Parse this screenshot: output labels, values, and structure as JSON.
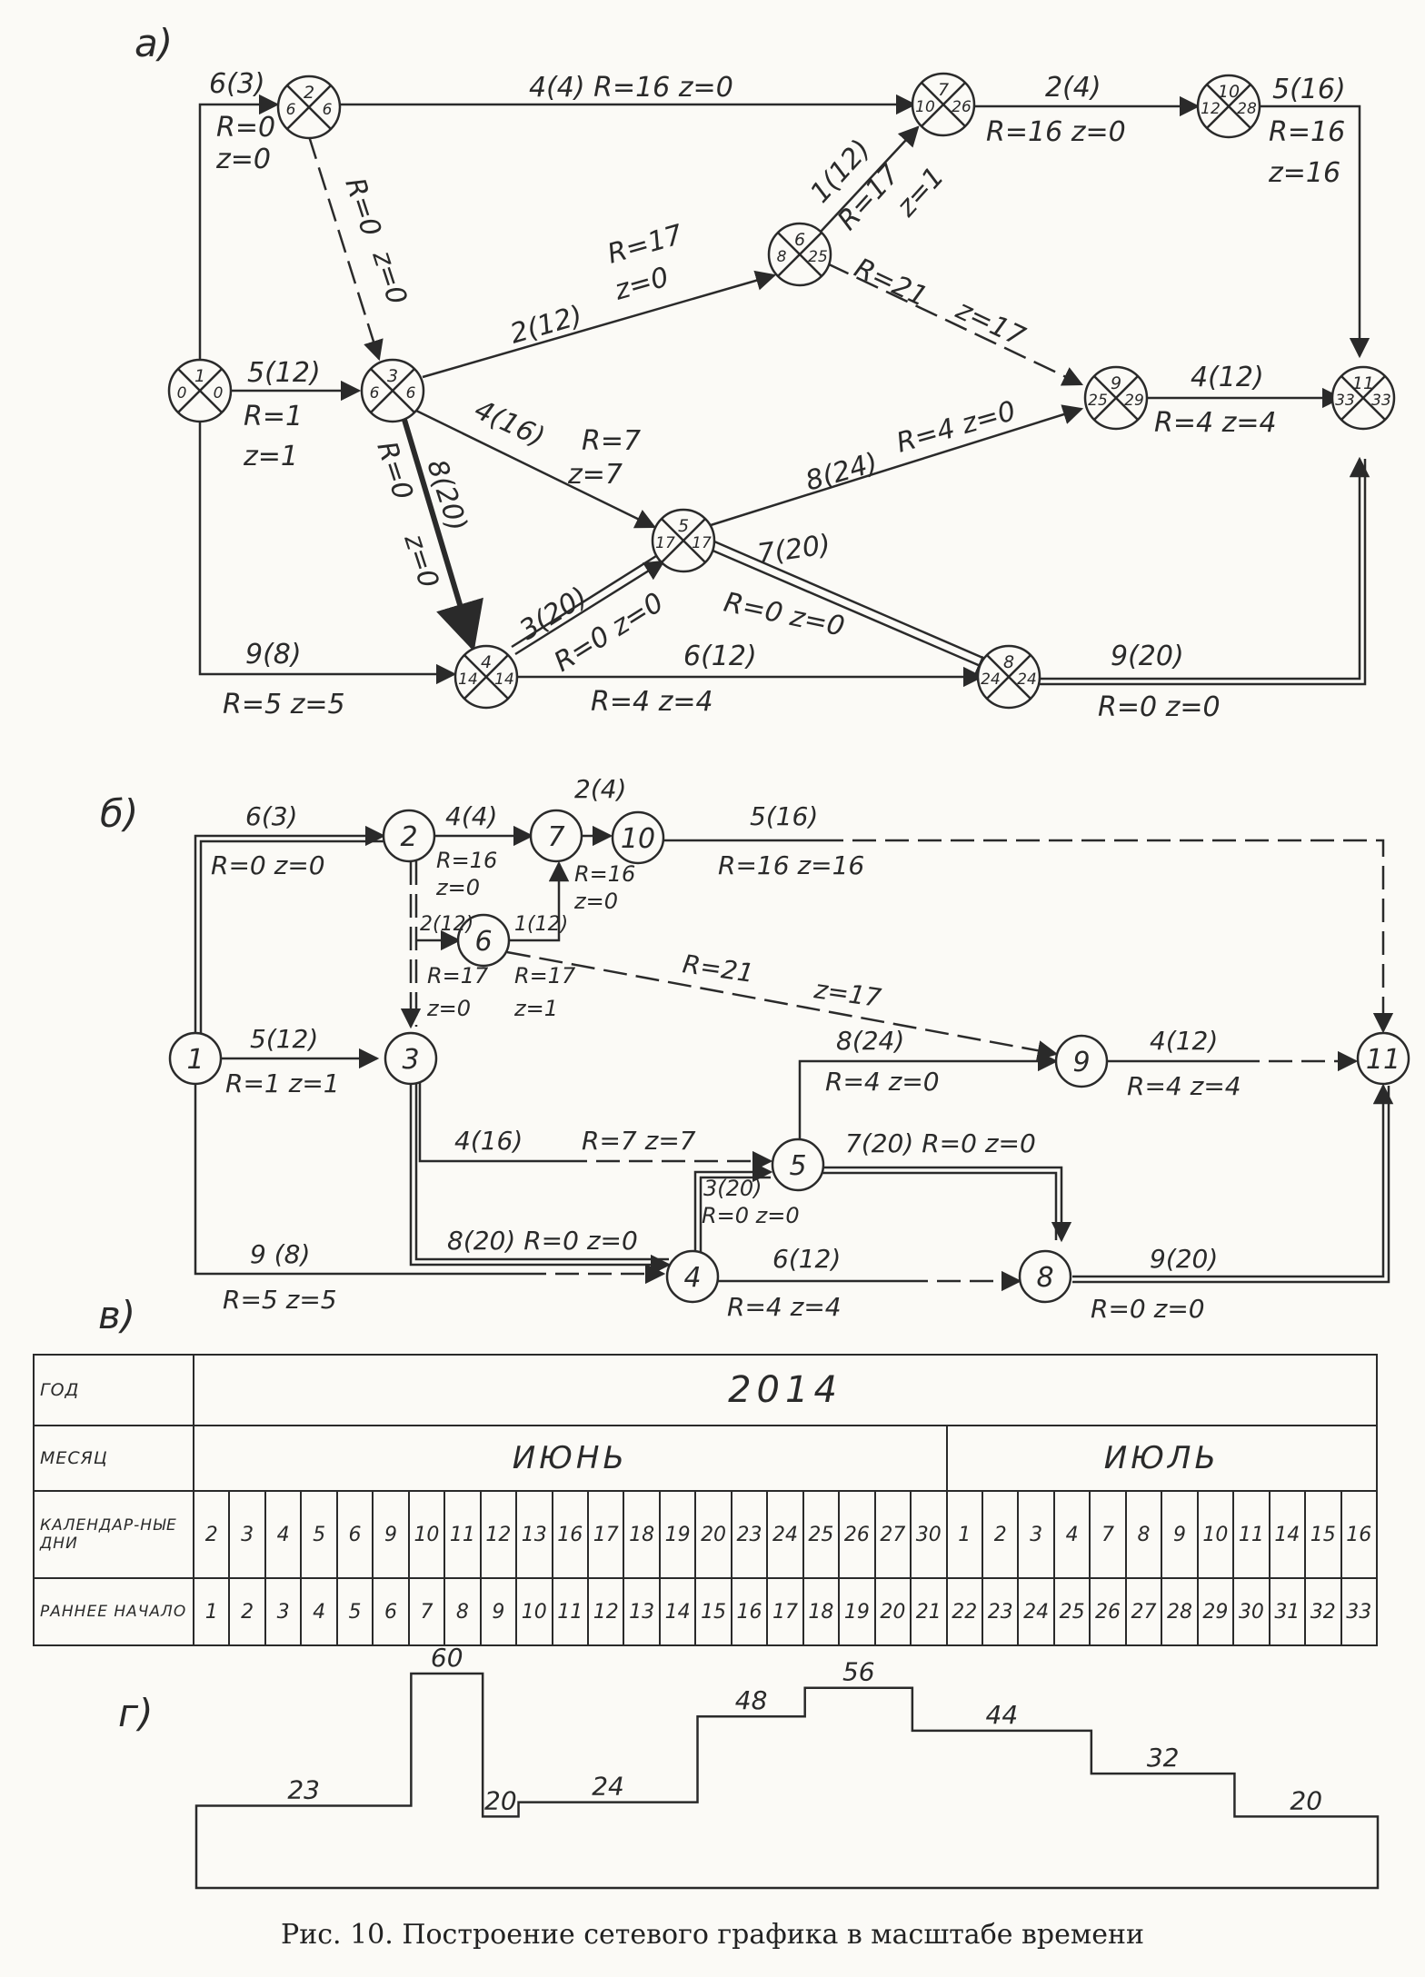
{
  "section_labels": {
    "a": "а)",
    "b": "б)",
    "v": "в)",
    "g": "г)"
  },
  "diagram_a": {
    "nodes": [
      {
        "id": "1",
        "early": "0",
        "late": "0"
      },
      {
        "id": "2",
        "early": "6",
        "late": "6"
      },
      {
        "id": "3",
        "early": "6",
        "late": "6"
      },
      {
        "id": "4",
        "early": "14",
        "late": "14"
      },
      {
        "id": "5",
        "early": "17",
        "late": "17"
      },
      {
        "id": "6",
        "early": "8",
        "late": "25"
      },
      {
        "id": "7",
        "early": "10",
        "late": "26"
      },
      {
        "id": "8",
        "early": "24",
        "late": "24"
      },
      {
        "id": "9",
        "early": "25",
        "late": "29"
      },
      {
        "id": "10",
        "early": "12",
        "late": "28"
      },
      {
        "id": "11",
        "early": "33",
        "late": "33"
      }
    ],
    "labels": {
      "e12_w": "6(3)",
      "e12_r": "R=0",
      "e12_z": "z=0",
      "e27": "4(4)  R=16   z=0",
      "e710_w": "2(4)",
      "e710_rz": "R=16  z=0",
      "e1011_w": "5(16)",
      "e1011_r": "R=16",
      "e1011_z": "z=16",
      "e23_r": "R=0",
      "e23_z": "z=0",
      "e36_w": "2(12)",
      "e36_rz1": "R=17",
      "e36_rz2": "z=0",
      "e67_w": "1(12)",
      "e67_r": "R=17",
      "e67_z": "z=1",
      "e69_r": "R=21",
      "e69_z": "z=17",
      "e13_w": "5(12)",
      "e13_r": "R=1",
      "e13_z": "z=1",
      "e911_w": "4(12)",
      "e911_rz": "R=4  z=4",
      "e35_w": "4(16)",
      "e35_r": "R=7",
      "e35_z": "z=7",
      "e59_w": "8(24)",
      "e59_rz": "R=4  z=0",
      "e34_w": "8(20)",
      "e34_r": "R=0",
      "e34_z": "z=0",
      "e45_w": "3(20)",
      "e45_rz": "R=0  z=0",
      "e58_w": "7(20)",
      "e58_rz": "R=0    z=0",
      "e14_w": "9(8)",
      "e14_rz": "R=5   z=5",
      "e48_w": "6(12)",
      "e48_rz": "R=4   z=4",
      "e811_w": "9(20)",
      "e811_rz": "R=0    z=0"
    }
  },
  "diagram_b": {
    "nodes": [
      "1",
      "2",
      "3",
      "4",
      "5",
      "6",
      "7",
      "8",
      "9",
      "10",
      "11"
    ],
    "labels": {
      "e12": "6(3)",
      "e12_rz": "R=0   z=0",
      "e27": "4(4)",
      "e27_r": "R=16",
      "e27_z": "z=0",
      "e710": "2(4)",
      "e710_r": "R=16",
      "e710_z": "z=0",
      "e1011": "5(16)",
      "e1011_rz": "R=16        z=16",
      "e36": "2(12)",
      "e36_r": "R=17",
      "e36_z": "z=0",
      "e67": "1(12)",
      "e67_r": "R=17",
      "e67_z": "z=1",
      "e69_r": "R=21",
      "e69_z": "z=17",
      "e13": "5(12)",
      "e13_rz": "R=1   z=1",
      "e59": "8(24)",
      "e59_rz": "R=4   z=0",
      "e911": "4(12)",
      "e911_rz": "R=4      z=4",
      "e35": "4(16)",
      "e35_rz": "R=7    z=7",
      "e58": "7(20) R=0  z=0",
      "e45": "3(20)",
      "e45_rz": "R=0 z=0",
      "e34": "8(20) R=0  z=0",
      "e14": "9 (8)",
      "e14_rz": "R=5     z=5",
      "e48": "6(12)",
      "e48_rz": "R=4   z=4",
      "e811": "9(20)",
      "e811_rz": "R=0  z=0"
    }
  },
  "calendar": {
    "row_labels": {
      "year": "ГОД",
      "month": "МЕСЯЦ",
      "days": "КАЛЕНДАР-НЫЕ ДНИ",
      "early": "РАННЕЕ НАЧАЛО"
    },
    "year": "2014",
    "months": [
      {
        "name": "ИЮНЬ",
        "span": 21
      },
      {
        "name": "ИЮЛЬ",
        "span": 12
      }
    ],
    "calendar_days": [
      "2",
      "3",
      "4",
      "5",
      "6",
      "9",
      "10",
      "11",
      "12",
      "13",
      "16",
      "17",
      "18",
      "19",
      "20",
      "23",
      "24",
      "25",
      "26",
      "27",
      "30",
      "1",
      "2",
      "3",
      "4",
      "7",
      "8",
      "9",
      "10",
      "11",
      "14",
      "15",
      "16"
    ],
    "early_start": [
      "1",
      "2",
      "3",
      "4",
      "5",
      "6",
      "7",
      "8",
      "9",
      "10",
      "11",
      "12",
      "13",
      "14",
      "15",
      "16",
      "17",
      "18",
      "19",
      "20",
      "21",
      "22",
      "23",
      "24",
      "25",
      "26",
      "27",
      "28",
      "29",
      "30",
      "31",
      "32",
      "33"
    ]
  },
  "chart_data": {
    "type": "area",
    "x_units": "days (early start)",
    "segments": [
      {
        "from": 0,
        "to": 6,
        "value": 23
      },
      {
        "from": 6,
        "to": 8,
        "value": 60
      },
      {
        "from": 8,
        "to": 9,
        "value": 20
      },
      {
        "from": 9,
        "to": 14,
        "value": 24
      },
      {
        "from": 14,
        "to": 17,
        "value": 48
      },
      {
        "from": 17,
        "to": 20,
        "value": 56
      },
      {
        "from": 20,
        "to": 25,
        "value": 44
      },
      {
        "from": 25,
        "to": 29,
        "value": 32
      },
      {
        "from": 29,
        "to": 33,
        "value": 20
      }
    ],
    "xlim": [
      0,
      33
    ],
    "ylim": [
      0,
      60
    ]
  },
  "caption": "Рис. 10.   Построение сетевого графика в масштабе времени"
}
